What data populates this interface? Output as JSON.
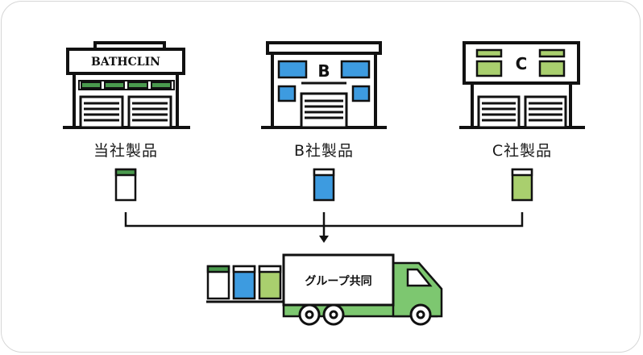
{
  "factories": [
    {
      "sign": "BATHCLIN",
      "label": "当社製品",
      "product_color": "#4a9a4e"
    },
    {
      "sign": "B",
      "label": "B社製品",
      "product_color": "#3d9be0"
    },
    {
      "sign": "C",
      "label": "C社製品",
      "product_color": "#a9cf6e"
    }
  ],
  "truck": {
    "label": "グループ共同",
    "body_color": "#7dc770"
  },
  "colors": {
    "line": "#111111",
    "green": "#4a9a4e",
    "blue": "#3d9be0",
    "lime": "#a9cf6e"
  }
}
